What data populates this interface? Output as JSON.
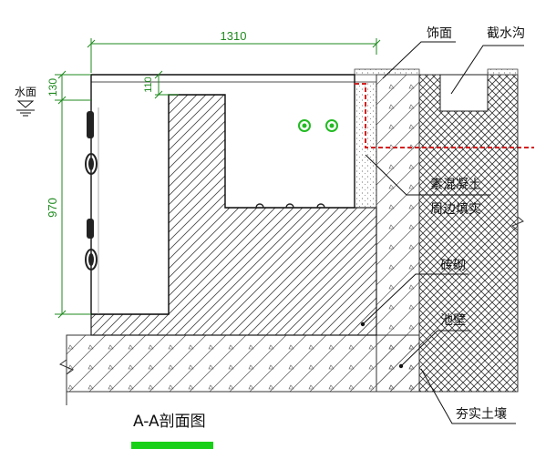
{
  "title": "A-A剖面图",
  "water_label": "水面",
  "dimensions": {
    "total_width": "1310",
    "top_band": "130",
    "inner_step": "110",
    "main_height": "970"
  },
  "labels": {
    "facing": "饰面",
    "drain_channel": "截水沟",
    "plain_concrete": "素混凝土",
    "perimeter_fill": "周边填实",
    "brick_masonry": "砖砌",
    "pool_wall": "池壁",
    "compacted_soil": "夯实土壤"
  },
  "colors": {
    "dimension_green": "#1f8a1f",
    "accent_red": "#d42020",
    "title_bar_green": "#18d018",
    "nozzle_green": "#22bb22",
    "hatch": "#444444"
  }
}
